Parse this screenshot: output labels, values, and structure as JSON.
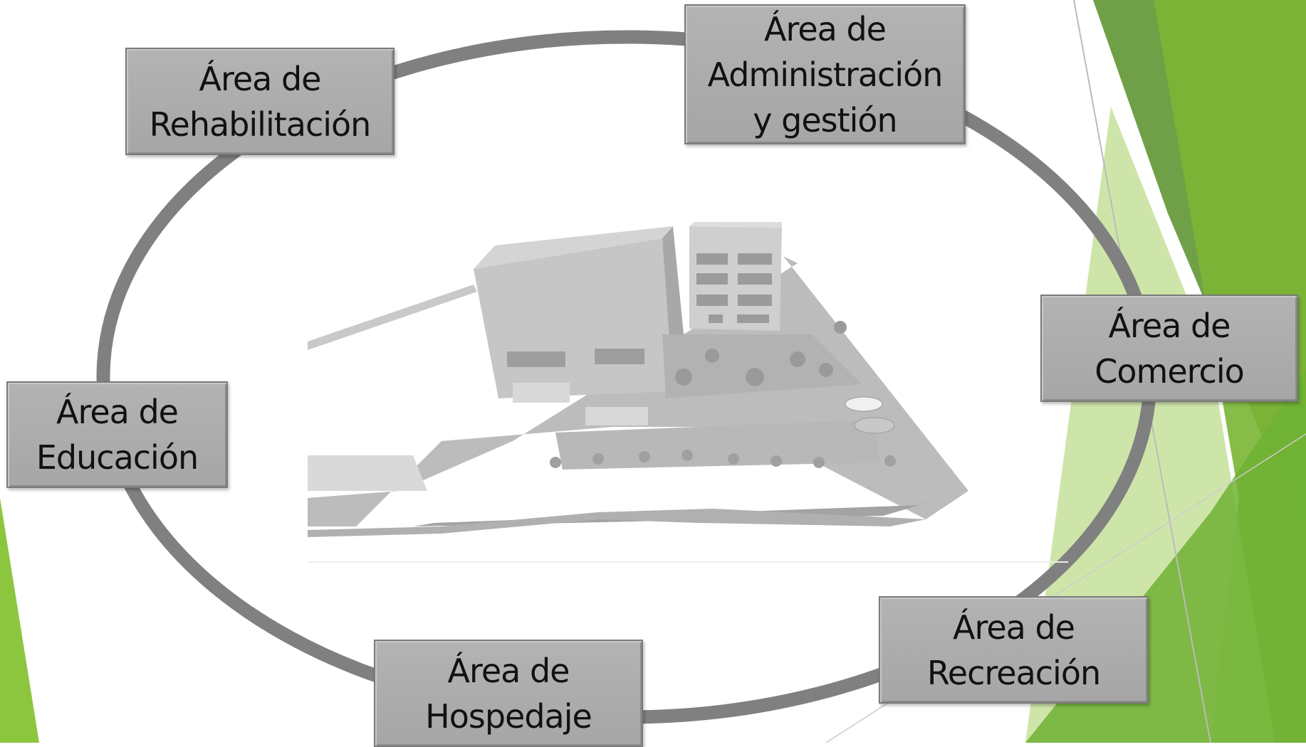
{
  "colors": {
    "ring": "#808080",
    "box_fill": "#ababab",
    "box_border": "#7a7a7a",
    "text": "#111111",
    "accent_green_dark": "#5f9633",
    "accent_green": "#8cc63f",
    "accent_green_light": "#c5e09a"
  },
  "image": {
    "description_icon": "building-render-icon"
  },
  "areas": [
    {
      "id": "rehabilitacion",
      "lines": [
        "Área de",
        "Rehabilitación"
      ]
    },
    {
      "id": "administracion",
      "lines": [
        "Área de",
        "Administración",
        "y gestión"
      ]
    },
    {
      "id": "comercio",
      "lines": [
        "Área de",
        "Comercio"
      ]
    },
    {
      "id": "educacion",
      "lines": [
        "Área de",
        "Educación"
      ]
    },
    {
      "id": "recreacion",
      "lines": [
        "Área de",
        "Recreación"
      ]
    },
    {
      "id": "hospedaje",
      "lines": [
        "Área de",
        "Hospedaje"
      ]
    }
  ]
}
